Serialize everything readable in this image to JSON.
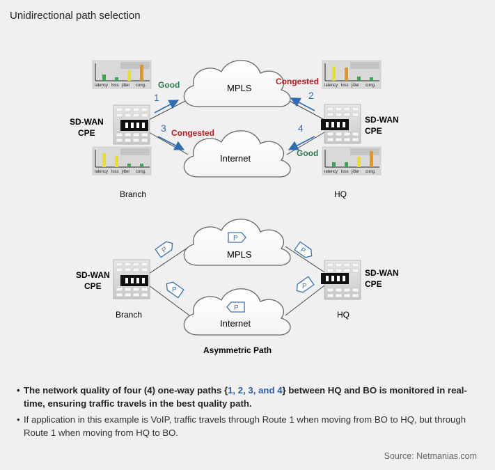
{
  "title": "Unidirectional path selection",
  "top": {
    "clouds": {
      "mpls": "MPLS",
      "internet": "Internet"
    },
    "device_label": [
      "SD-WAN",
      "CPE"
    ],
    "sites": {
      "branch": "Branch",
      "hq": "HQ"
    },
    "status": {
      "route1": "Good",
      "route2": "Congested",
      "route3": "Congested",
      "route4": "Good"
    },
    "route_numbers": [
      "1",
      "2",
      "3",
      "4"
    ],
    "metric_labels": [
      "latency",
      "loss",
      "jitter",
      "cong."
    ]
  },
  "bottom": {
    "clouds": {
      "mpls": "MPLS",
      "internet": "Internet"
    },
    "device_label": [
      "SD-WAN",
      "CPE"
    ],
    "sites": {
      "branch": "Branch",
      "hq": "HQ"
    },
    "packet_label": "P",
    "caption": "Asymmetric Path"
  },
  "bullets": {
    "b1_pre": "The network quality of four (4) one-way paths  {",
    "b1_hl": "1, 2, 3, and 4",
    "b1_post": "} between HQ and BO is monitored in real-time, ensuring traffic travels in the best quality path.",
    "b2": "If application in this example is VoIP, traffic travels through Route 1 when moving from BO to HQ, but through Route 1 when moving from HQ to BO."
  },
  "source": "Source: Netmanias.com",
  "colors": {
    "good": "#2e7d4f",
    "congested": "#c0161b",
    "arrow": "#2f6db3",
    "packet": "#3a6fb5",
    "bar_green": "#2fae4f",
    "bar_yellow": "#e8e020",
    "bar_orange": "#e7951c"
  }
}
